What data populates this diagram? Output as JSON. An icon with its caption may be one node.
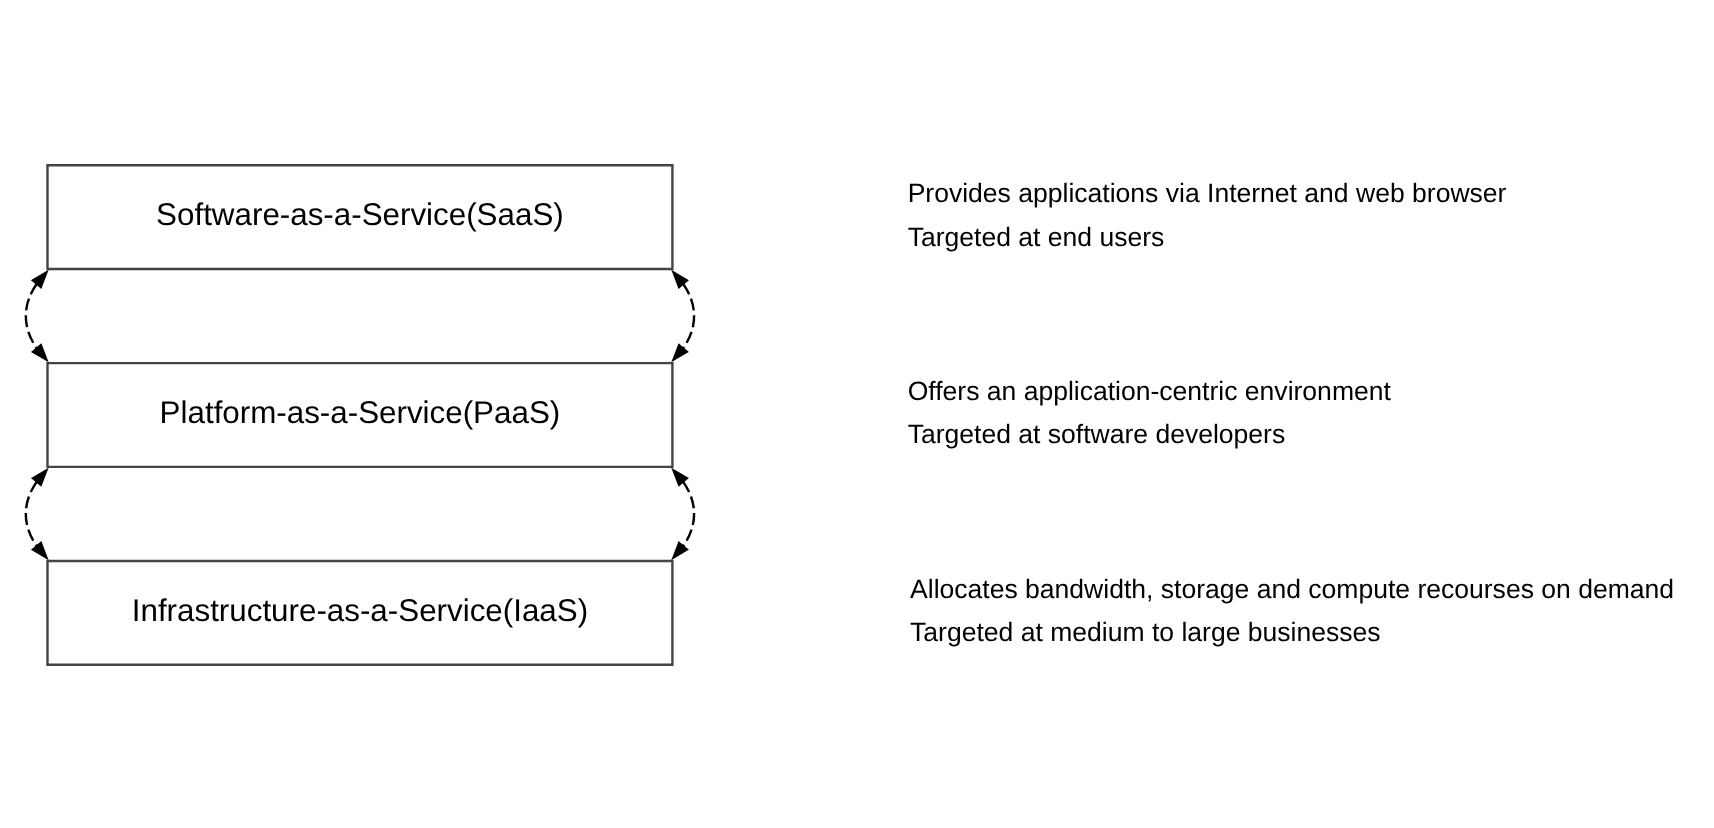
{
  "diagram": {
    "nodes": [
      {
        "text": [
          "Software-as-a-Service(SaaS)"
        ],
        "beside": [
          "Provides applications via Internet and web browser",
          "Targeted at end users"
        ]
      },
      {
        "text": [
          "Platform-as-a-Service(PaaS)"
        ],
        "beside": [
          "Offers an application-centric environment",
          "Targeted at software developers"
        ]
      },
      {
        "text": [
          "Infrastructure-as-a-Service(IaaS)"
        ],
        "beside": [
          "Allocates bandwidth, storage and compute recourses on demand",
          "Targeted at medium to large businesses"
        ]
      }
    ],
    "edges": [
      {
        "from": 0,
        "to": 1,
        "arrow": "both",
        "style": "dashed"
      },
      {
        "from": 0,
        "to": 1,
        "arrow": "both",
        "style": "dashed"
      },
      {
        "from": 1,
        "to": 2,
        "arrow": "both",
        "style": "dashed"
      },
      {
        "from": 1,
        "to": 2,
        "arrow": "both",
        "style": "dashed"
      }
    ]
  }
}
